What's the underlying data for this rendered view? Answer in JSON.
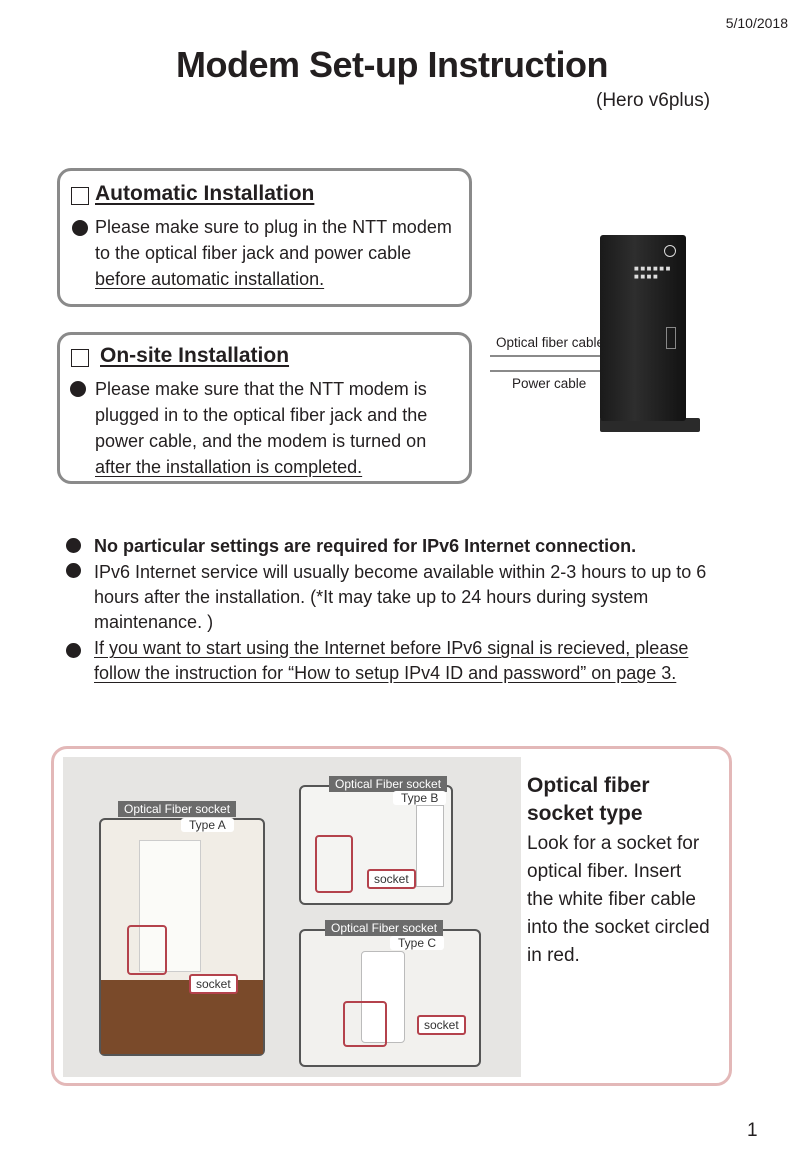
{
  "header": {
    "date": "5/10/2018",
    "title": "Modem Set-up Instruction",
    "subtitle": "(Hero v6plus)"
  },
  "automatic": {
    "heading": "Automatic Installation",
    "line1": "Please make sure to plug in the NTT  modem",
    "line2": "to the optical fiber jack and power cable",
    "line3": "before automatic installation."
  },
  "onsite": {
    "heading": "On-site Installation",
    "line1": "Please make sure that the NTT modem is",
    "line2": "plugged in to the optical fiber jack and the",
    "line3": "power cable, and the modem is turned on",
    "line4": "after the installation is completed."
  },
  "modem": {
    "optical_label": "Optical fiber cable",
    "power_label": "Power cable"
  },
  "notes": {
    "note1": "No particular settings are required for IPv6 Internet connection.",
    "note2_line1": "IPv6 Internet service will usually  become available within 2-3 hours to up to 6",
    "note2_line2": "hours after the installation.  (*It may take up to 24 hours during system",
    "note2_line3": "maintenance.  )",
    "note3_line1": "If you want to start using the Internet before IPv6 signal is recieved, please",
    "note3_line2": "follow the instruction for “How to setup IPv4 ID and password”  on page 3."
  },
  "sockets": {
    "tag_label": "Optical Fiber socket",
    "type_a": "Type A",
    "type_b": "Type B",
    "type_c": "Type C",
    "socket_label": "socket",
    "side_title_1": "Optical fiber",
    "side_title_2": "socket type",
    "side_text_1": "Look for a socket for",
    "side_text_2": "optical fiber. Insert",
    "side_text_3": "the white fiber cable",
    "side_text_4": "into the socket circled",
    "side_text_5": "in red."
  },
  "footer": {
    "page_number": "1"
  },
  "colors": {
    "accent_red": "#b4424c",
    "panel_border": "#8a8a8a",
    "photo_border": "#e3b8b8"
  }
}
